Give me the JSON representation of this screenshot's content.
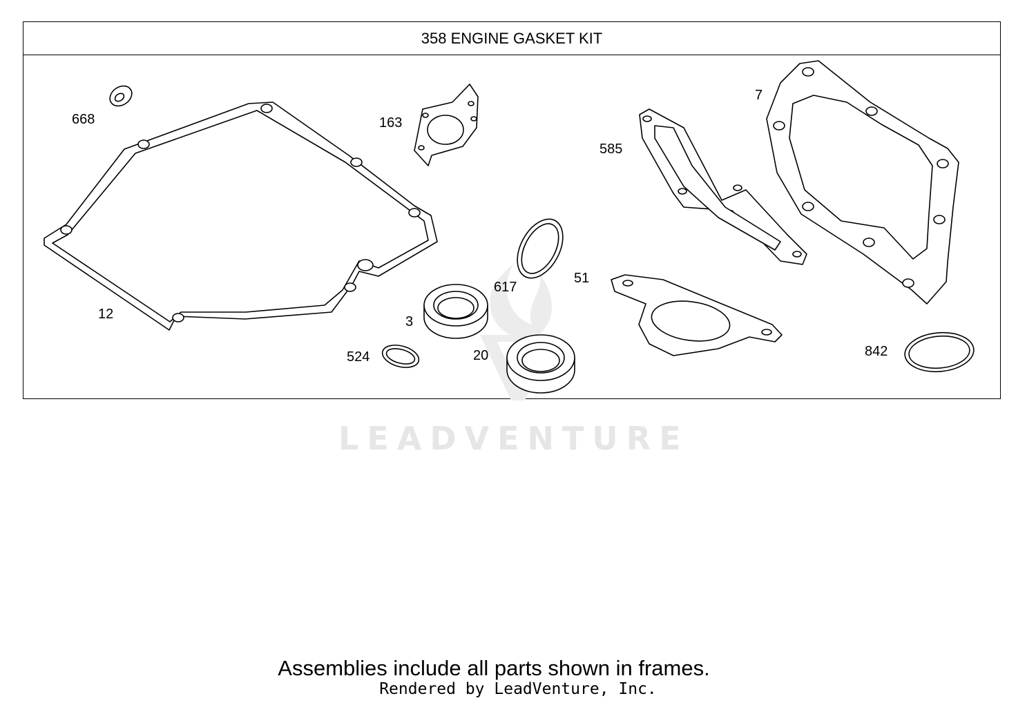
{
  "frame": {
    "title": "358 ENGINE GASKET KIT"
  },
  "parts": [
    {
      "ref": "668"
    },
    {
      "ref": "163"
    },
    {
      "ref": "585"
    },
    {
      "ref": "7"
    },
    {
      "ref": "12"
    },
    {
      "ref": "617"
    },
    {
      "ref": "51"
    },
    {
      "ref": "3"
    },
    {
      "ref": "524"
    },
    {
      "ref": "20"
    },
    {
      "ref": "842"
    }
  ],
  "watermark": "LEADVENTURE",
  "footer": {
    "note": "Assemblies include all parts shown in frames.",
    "rendered_by": "Rendered by LeadVenture, Inc."
  }
}
